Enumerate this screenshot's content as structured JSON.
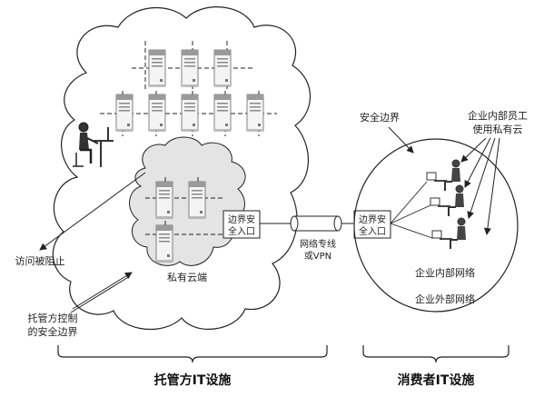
{
  "labels": {
    "access_blocked": "访问被阻止",
    "hosted_boundary_line1": "托管方控制",
    "hosted_boundary_line2": "的安全边界",
    "private_cloud": "私有云端",
    "left_gateway_line1": "边界安",
    "left_gateway_line2": "全入口",
    "tunnel_line1": "网络专线",
    "tunnel_line2": "或VPN",
    "right_gateway_line1": "边界安",
    "right_gateway_line2": "全入口",
    "security_boundary": "安全边界",
    "employees_line1": "企业内部员工",
    "employees_line2": "使用私有云",
    "internal_network": "企业内部网络",
    "external_network": "企业外部网络",
    "hosted_it": "托管方IT设施",
    "consumer_it": "消费者IT设施"
  },
  "colors": {
    "line": "#222222",
    "cloud_fill": "#ffffff",
    "private_cloud_fill": "#e6e6e6",
    "server_fill": "#f2f2f2",
    "server_dark": "#8a8a8a"
  }
}
